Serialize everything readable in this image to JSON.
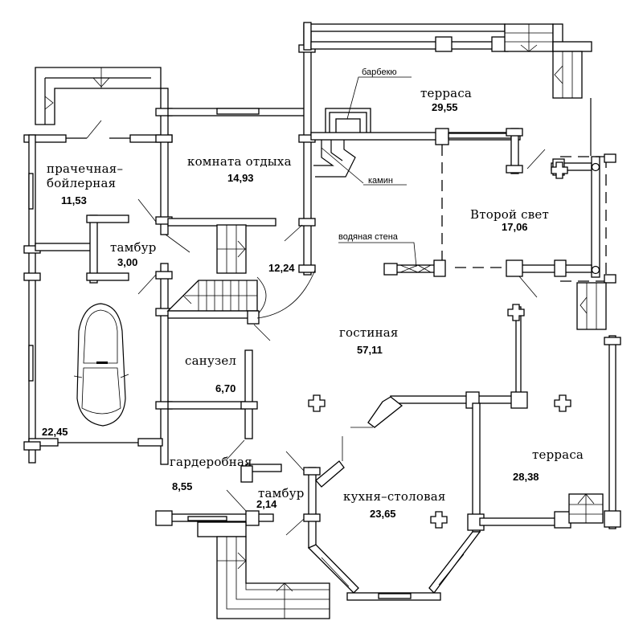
{
  "plan": {
    "rooms": [
      {
        "id": "laundry",
        "name_line1": "прачечная–",
        "name_line2": "бойлерная",
        "area": "11,53"
      },
      {
        "id": "lounge",
        "name": "комната отдыха",
        "area": "14,93"
      },
      {
        "id": "vestibule-left",
        "name": "тамбур",
        "area": "3,00"
      },
      {
        "id": "hall",
        "name": "",
        "area": "12,24"
      },
      {
        "id": "garage",
        "name": "",
        "area": "22,45"
      },
      {
        "id": "bathroom",
        "name": "санузел",
        "area": "6,70"
      },
      {
        "id": "wardrobe",
        "name": "гардеробная",
        "area": "8,55"
      },
      {
        "id": "vestibule-front",
        "name": "тамбур",
        "area": "2,14"
      },
      {
        "id": "living",
        "name": "гостиная",
        "area": "57,11"
      },
      {
        "id": "kitchen",
        "name": "кухня–столовая",
        "area": "23,65"
      },
      {
        "id": "terrace-north",
        "name": "терраса",
        "area": "29,55"
      },
      {
        "id": "second-light",
        "name": "Второй свет",
        "area": "17,06"
      },
      {
        "id": "terrace-east",
        "name": "терраса",
        "area": "28,38"
      }
    ],
    "annotations": {
      "bbq": "барбекю",
      "fireplace": "камин",
      "water_wall": "водяная стена"
    }
  }
}
